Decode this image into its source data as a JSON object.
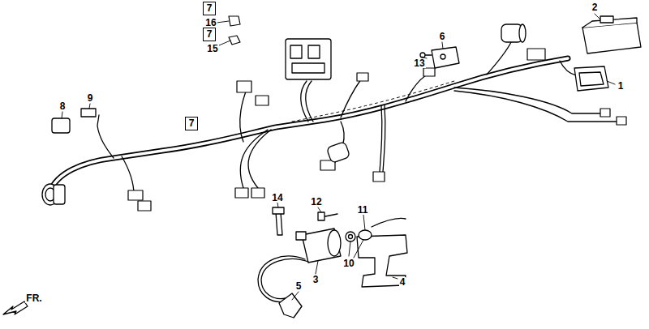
{
  "diagram": {
    "nodes": [
      {
        "text": [
          "7"
        ]
      },
      {
        "text": [
          "7"
        ]
      },
      {
        "text": [
          "7"
        ]
      }
    ],
    "labels": [
      "2",
      "6",
      "16",
      "15",
      "13",
      "1",
      "8",
      "9",
      "14",
      "12",
      "11",
      "3",
      "10",
      "4",
      "5",
      "FR."
    ]
  }
}
